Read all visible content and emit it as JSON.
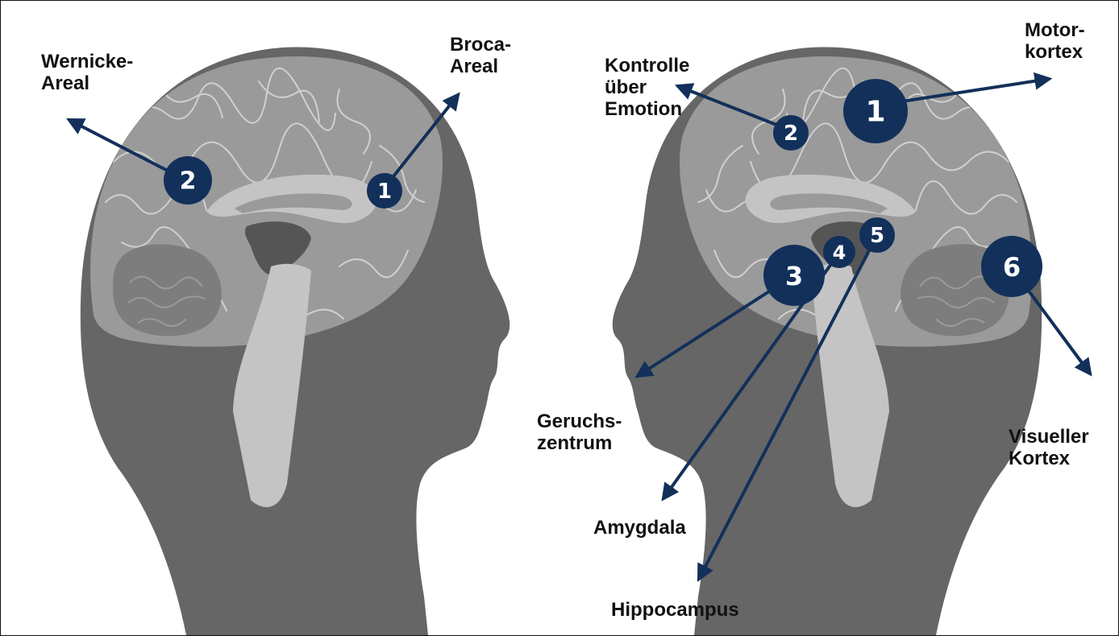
{
  "colors": {
    "head": "#666666",
    "brain": "#9a9a9a",
    "brain_structures": "#c4c4c4",
    "ventricle": "#555555",
    "marker": "#12305a",
    "arrow": "#12305a",
    "text": "#111111"
  },
  "left_head": {
    "markers": [
      {
        "number": "1",
        "label": "Broca-\nAreal"
      },
      {
        "number": "2",
        "label": "Wernicke-\nAreal"
      }
    ]
  },
  "right_head": {
    "markers": [
      {
        "number": "1",
        "label": "Motor-\nkortex"
      },
      {
        "number": "2",
        "label": "Kontrolle\nüber\nEmotion"
      },
      {
        "number": "3",
        "label": "Geruchs-\nzentrum"
      },
      {
        "number": "4",
        "label": "Amygdala"
      },
      {
        "number": "5",
        "label": "Hippocampus"
      },
      {
        "number": "6",
        "label": "Visueller\nKortex"
      }
    ]
  }
}
